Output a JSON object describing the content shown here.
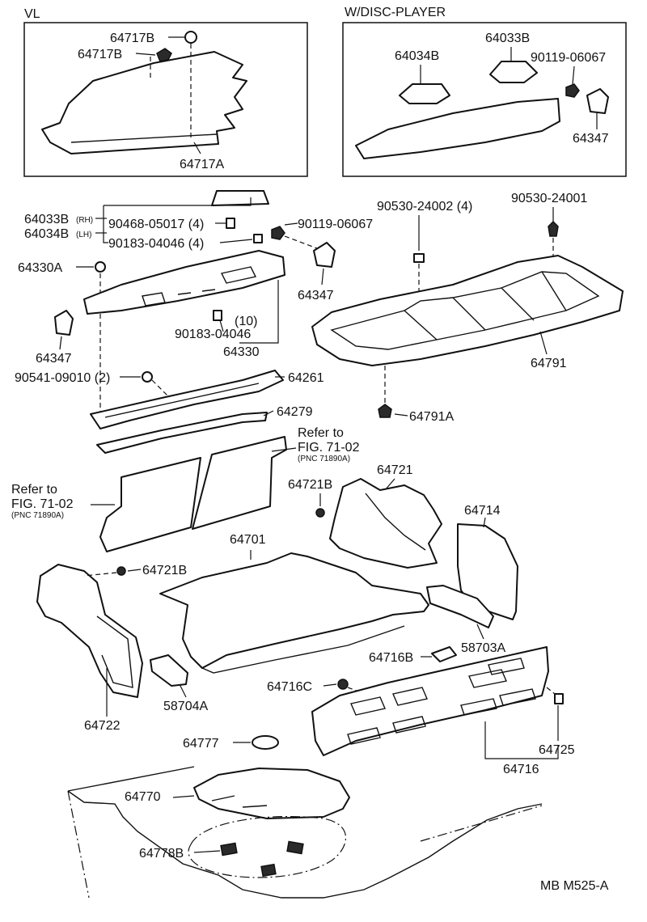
{
  "sections": {
    "vl": "VL",
    "disc_player": "W/DISC-PLAYER"
  },
  "parts": {
    "p64717B_a": "64717B",
    "p64717B_b": "64717B",
    "p64717A": "64717A",
    "p64034B_top": "64034B",
    "p64033B_top": "64033B",
    "p90119_top": "90119-06067",
    "p64347_top": "64347",
    "p64033B_RH": "64033B",
    "rh": "(RH)",
    "p64034B_LH": "64034B",
    "lh": "(LH)",
    "p90468": "90468-05017 (4)",
    "p90183_a": "90183-04046 (4)",
    "p90119_mid": "90119-06067",
    "p64330A": "64330A",
    "p64347_mid": "64347",
    "p64347_left": "64347",
    "qty10": "(10)",
    "p90183_b": "90183-04046",
    "p64330": "64330",
    "p90530_24002": "90530-24002 (4)",
    "p90530_24001": "90530-24001",
    "p64791": "64791",
    "p64791A": "64791A",
    "p90541": "90541-09010 (2)",
    "p64261": "64261",
    "p64279": "64279",
    "refer_to_1": "Refer to",
    "fig_1": "FIG. 71-02",
    "pnc_1": "(PNC 71890A)",
    "refer_to_2": "Refer to",
    "fig_2": "FIG. 71-02",
    "pnc_2": "(PNC 71890A)",
    "p64721": "64721",
    "p64721B_a": "64721B",
    "p64714": "64714",
    "p64701": "64701",
    "p64721B_b": "64721B",
    "p58703A": "58703A",
    "p64716B": "64716B",
    "p64716C": "64716C",
    "p64722": "64722",
    "p58704A": "58704A",
    "p64777": "64777",
    "p64725": "64725",
    "p64716": "64716",
    "p64770": "64770",
    "p64778B": "64778B",
    "drawing_code": "MB M525-A"
  }
}
